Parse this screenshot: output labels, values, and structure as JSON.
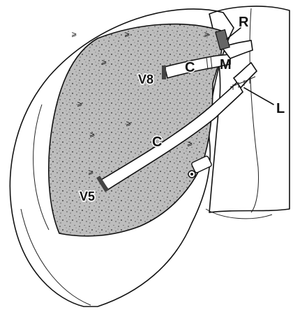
{
  "figure": {
    "labels": {
      "r": "R",
      "m": "M",
      "l": "L",
      "c_upper": "C",
      "c_lower": "C",
      "v8": "V8",
      "v5": "V5"
    }
  }
}
